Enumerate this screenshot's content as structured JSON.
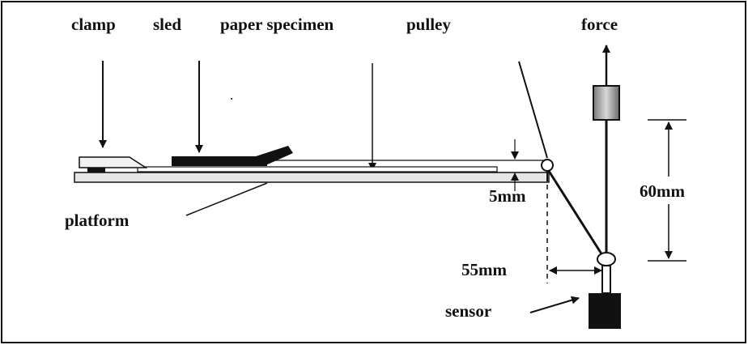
{
  "labels": {
    "clamp": "clamp",
    "sled": "sled",
    "paper_specimen": "paper specimen",
    "pulley": "pulley",
    "force": "force",
    "platform": "platform",
    "dim_5mm": "5mm",
    "dim_60mm": "60mm",
    "dim_55mm": "55mm",
    "sensor": "sensor"
  },
  "colors": {
    "ink": "#111111",
    "background": "#ffffff",
    "platform_fill": "#e6e6e6",
    "weight_fill": "#b0b0b0"
  }
}
